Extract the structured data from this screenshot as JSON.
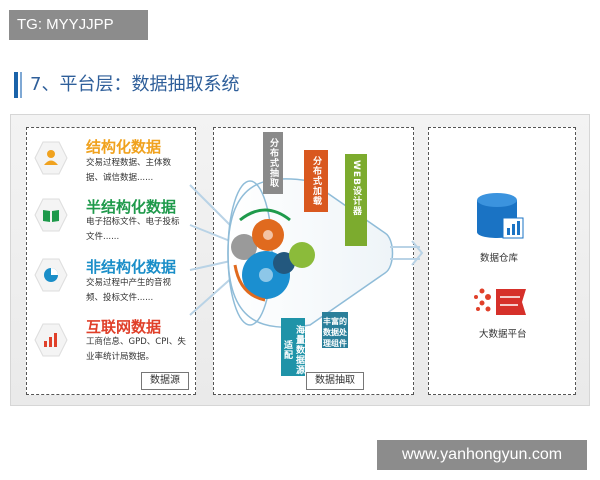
{
  "watermarks": {
    "top": "TG: MYYJJPP",
    "bottom": "www.yanhongyun.com"
  },
  "heading": "7、平台层：数据抽取系统",
  "sources": {
    "items": [
      {
        "title": "结构化数据",
        "desc": "交易过程数据、主体数据、诚信数据......",
        "color": "#f0a21e",
        "icon": "person-icon"
      },
      {
        "title": "半结构化数据",
        "desc": "电子招标文件、电子投标文件......",
        "color": "#1e9a4b",
        "icon": "book-icon"
      },
      {
        "title": "非结构化数据",
        "desc": "交易过程中产生的音视频、投标文件......",
        "color": "#1a8ec8",
        "icon": "pie-chart-icon"
      },
      {
        "title": "互联网数据",
        "desc": "工商信息、GPD、CPI、失业率统计局数据。",
        "color": "#e0402a",
        "icon": "bar-chart-icon"
      }
    ],
    "label": "数据源"
  },
  "extraction": {
    "tags": [
      {
        "text": "分布式抽取",
        "color": "#8a8a8a"
      },
      {
        "text": "分布式加载",
        "color": "#d9581f"
      },
      {
        "text": "WEB设计器",
        "color": "#7cab2e"
      },
      {
        "text": "海量数据源适配",
        "color": "#1f93a8"
      },
      {
        "text": "丰富的数据处理组件",
        "color": "#2a7f9a"
      }
    ],
    "label": "数据抽取"
  },
  "outputs": [
    {
      "label": "数据仓库",
      "icon": "database-icon"
    },
    {
      "label": "大数据平台",
      "icon": "big-data-icon"
    }
  ]
}
